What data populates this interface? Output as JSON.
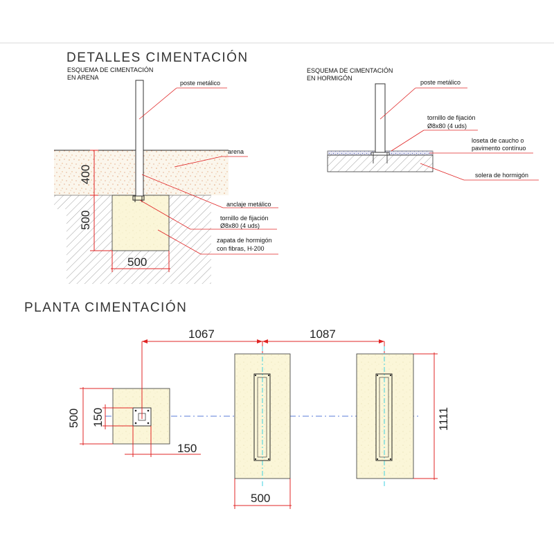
{
  "sections": {
    "detalles_title": "DETALLES CIMENTACIÓN",
    "planta_title": "PLANTA CIMENTACIÓN"
  },
  "arena_detail": {
    "caption_line1": "ESQUEMA DE CIMENTACIÓN",
    "caption_line2": "EN ARENA",
    "label_poste": "poste metálico",
    "label_arena": "arena",
    "label_anclaje": "anclaje metálico",
    "label_tornillo_1": "tornillo de fijación",
    "label_tornillo_2": "Ø8x80 (4 uds)",
    "label_zapata_1": "zapata de hormigón",
    "label_zapata_2": "con fibras, H-200",
    "dim_arena_depth": "400",
    "dim_zapata_depth": "500",
    "dim_zapata_width": "500"
  },
  "hormigon_detail": {
    "caption_line1": "ESQUEMA DE CIMENTACIÓN",
    "caption_line2": "EN HORMIGÓN",
    "label_poste": "poste metálico",
    "label_tornillo_1": "tornillo de fijación",
    "label_tornillo_2": "Ø8x80 (4 uds)",
    "label_loseta_1": "loseta de caucho o",
    "label_loseta_2": "pavimento contínuo",
    "label_solera": "solera de hormigón"
  },
  "plan": {
    "dim_spacing_1": "1067",
    "dim_spacing_2": "1087",
    "dim_small_height": "500",
    "dim_plate_height": "150",
    "dim_plate_width": "150",
    "dim_large_width": "500",
    "dim_large_height": "1111"
  },
  "colors": {
    "dimension_red": "#e02424",
    "axis_blue": "#5a7bd8",
    "axis_cyan": "#3fd0e0",
    "footing_fill": "#fbf6d8",
    "sand_dots": "#e0a070"
  }
}
